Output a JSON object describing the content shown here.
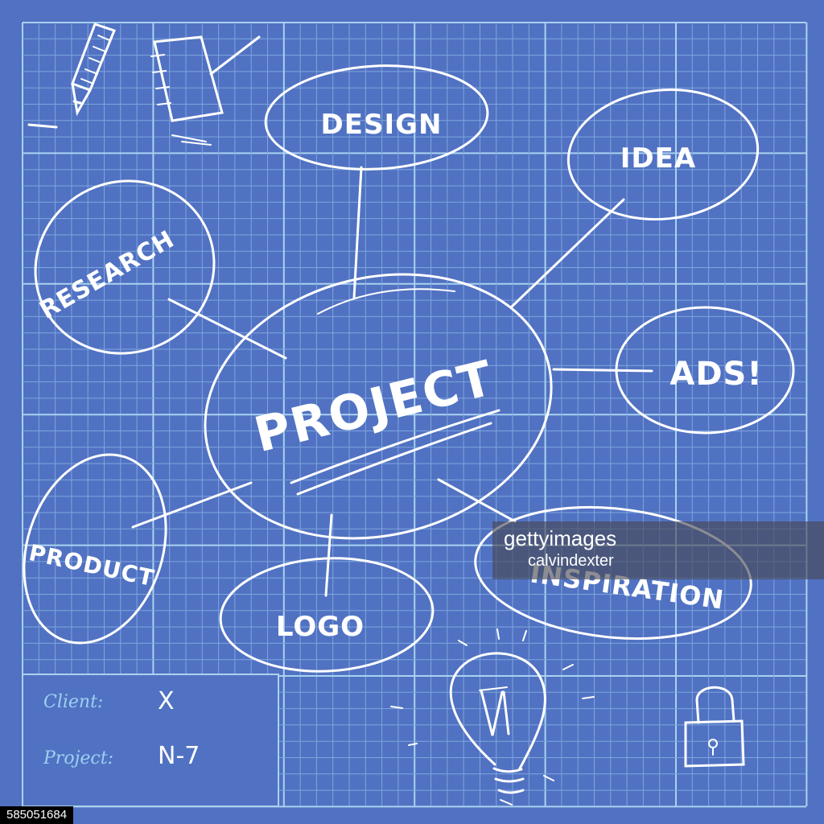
{
  "diagram": {
    "center": "PROJECT",
    "nodes": [
      {
        "id": "design",
        "label": "DESIGN"
      },
      {
        "id": "idea",
        "label": "IDEA"
      },
      {
        "id": "research",
        "label": "RESEARCH"
      },
      {
        "id": "ads",
        "label": "ADS!"
      },
      {
        "id": "product",
        "label": "PRODUCT"
      },
      {
        "id": "logo",
        "label": "LOGO"
      },
      {
        "id": "inspiration",
        "label": "INSPIRATION"
      }
    ]
  },
  "info_box": {
    "client_label": "Client:",
    "client_value": "X",
    "project_label": "Project:",
    "project_value": "N-7"
  },
  "watermark": {
    "brand": "gettyimages",
    "credit": "calvindexter"
  },
  "stock_id": "585051684",
  "colors": {
    "background": "#5172c2",
    "grid_minor": "#7ea6dd",
    "grid_major": "#a9d2f0",
    "sketch": "#ffffff",
    "label_blue": "#9dd0f2"
  },
  "icons": [
    "pencil-icon",
    "notepad-icon",
    "lightbulb-icon",
    "padlock-icon"
  ]
}
